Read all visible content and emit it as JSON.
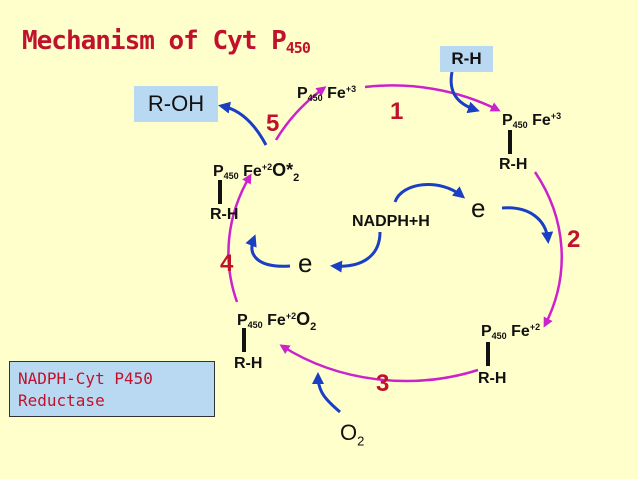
{
  "title": {
    "text": "Mechanism of Cyt P",
    "sub": "450"
  },
  "substrate_box": "R-H",
  "product_box": "R-OH",
  "reductase_box": {
    "line1": "NADPH-Cyt P450",
    "line2": "Reductase"
  },
  "cofactor": "NADPH+H",
  "electron": "e",
  "oxygen": {
    "base": "O",
    "sub": "2"
  },
  "steps": [
    "1",
    "2",
    "3",
    "4",
    "5"
  ],
  "species": {
    "p450": "P",
    "p450_sub": "450",
    "fe": "Fe",
    "fe3": "+3",
    "fe2": "+2",
    "rh": "R-H",
    "o2_ligand": "O",
    "o2_ligand_sub": "2",
    "oxo_ligand": "O*",
    "oxo_ligand_sub": "2"
  },
  "colors": {
    "background": "#FFFFCC",
    "title": "#C0122C",
    "box": "#B9D8F2",
    "cycle_arrow": "#CC22CC",
    "side_arrow": "#1A3EC4"
  }
}
